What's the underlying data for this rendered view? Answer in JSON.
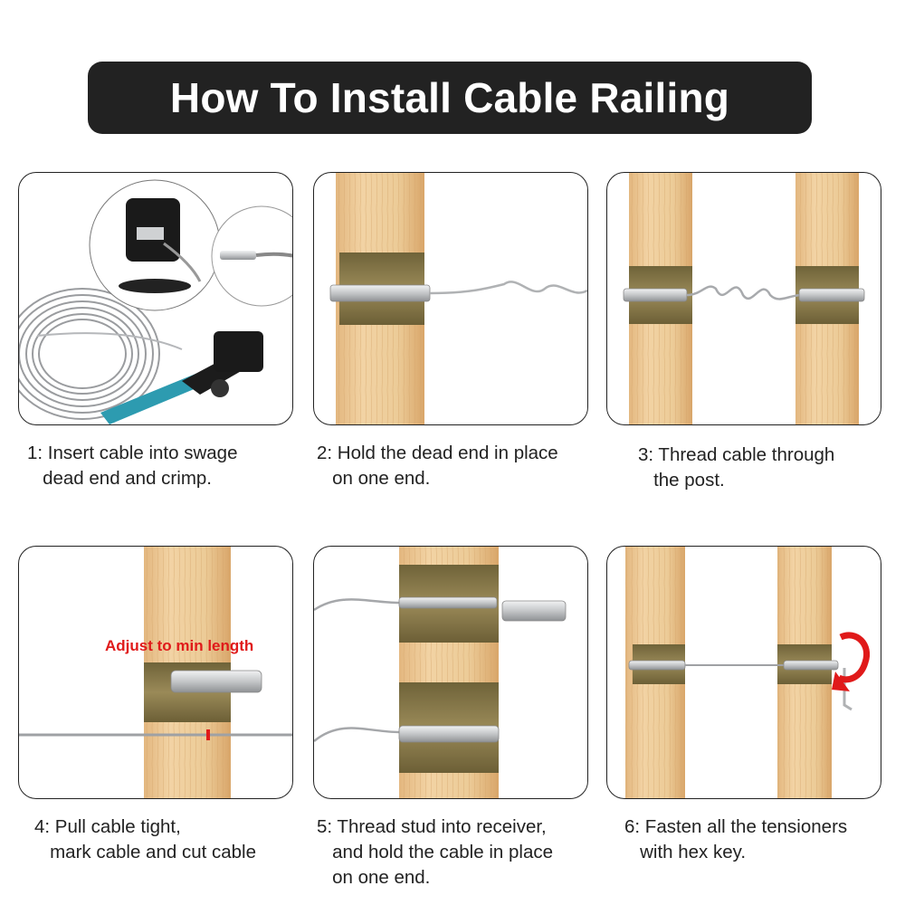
{
  "title": "How To Install Cable Railing",
  "colors": {
    "banner_bg": "#222222",
    "wood_light": "#ecc896",
    "wood_dark": "#8e7d4e",
    "steel": "#c9cbcd",
    "accent_red": "#e01a1a"
  },
  "steps": [
    {
      "lines": [
        "1: Insert cable into swage",
        "   dead end and crimp."
      ]
    },
    {
      "lines": [
        "2: Hold the dead end in place",
        "   on one end."
      ]
    },
    {
      "lines": [
        "3: Thread cable through",
        "   the post."
      ]
    },
    {
      "lines": [
        "4: Pull cable tight,",
        "   mark cable and cut cable"
      ],
      "annotation": "Adjust to min length"
    },
    {
      "lines": [
        "5: Thread stud into receiver,",
        "   and hold the cable in place",
        "   on one end."
      ]
    },
    {
      "lines": [
        "6: Fasten all the tensioners",
        "   with hex key."
      ]
    }
  ]
}
